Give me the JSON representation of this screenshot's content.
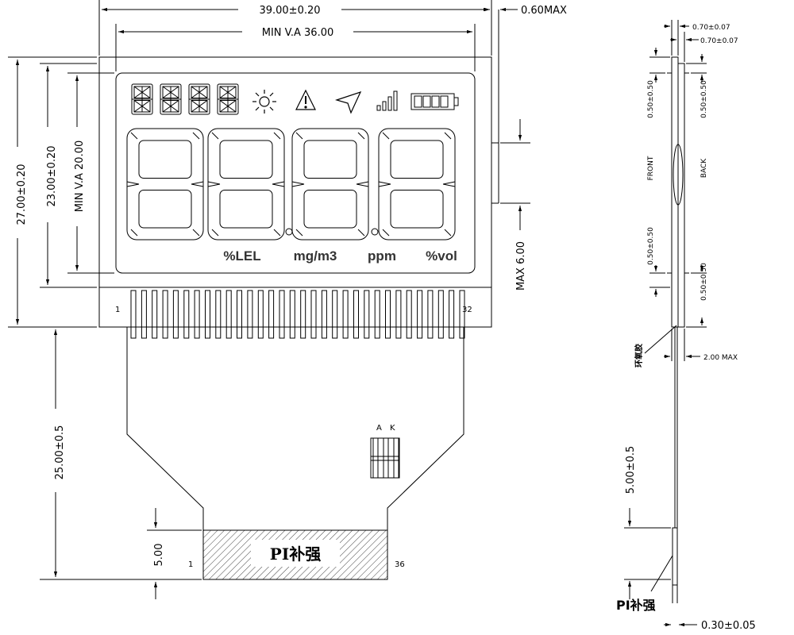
{
  "front_view": {
    "width_overall": "39.00±0.20",
    "width_va": "MIN V.A 36.00",
    "thickness_max": "0.60MAX",
    "height_overall": "27.00±0.20",
    "height_glass": "23.00±0.20",
    "height_va": "MIN V.A 20.00",
    "pin_first": "1",
    "pin_last": "32",
    "fpc_length": "25.00±0.5",
    "stiffener_height": "5.00",
    "fpc_pin_first": "1",
    "fpc_pin_last": "36",
    "stiffener_label": "PI补强",
    "led_a": "A",
    "led_k": "K",
    "max_6": "MAX 6.00"
  },
  "lcd_units": [
    "%LEL",
    "mg/m3",
    "ppm",
    "%vol"
  ],
  "icons": [
    "sun-icon",
    "warning-icon",
    "arrow-icon",
    "signal-icon",
    "battery-icon"
  ],
  "side_view": {
    "glass_front": "0.70±0.07",
    "glass_back": "0.70±0.07",
    "pol_front_top": "0.50±0.50",
    "pol_back_top": "0.50±0.50",
    "pol_front_bottom": "0.50±0.50",
    "pol_back_bottom": "0.50±0.50",
    "front_label": "FRONT",
    "back_label": "BACK",
    "sealant_label": "环氧胶",
    "side_max": "2.00 MAX",
    "fpc_bend": "5.00±0.5",
    "stiffener_label": "PI补强",
    "fpc_thickness": "0.30±0.05"
  }
}
